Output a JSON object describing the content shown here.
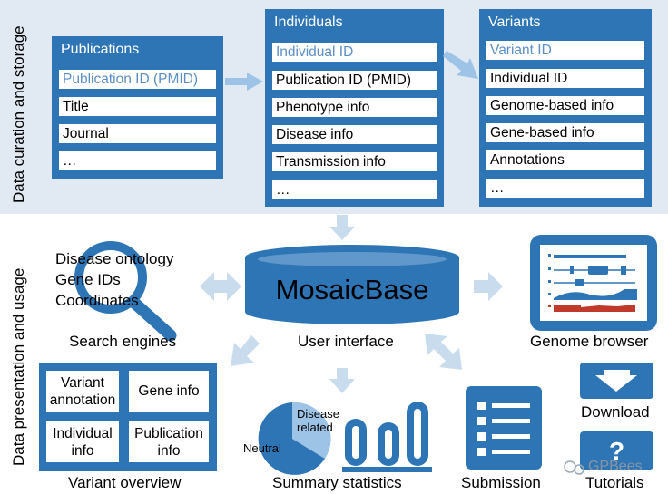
{
  "sections": {
    "curation": "Data curation and storage",
    "presentation": "Data presentation and usage"
  },
  "publications": {
    "title": "Publications",
    "rows": [
      "Publication ID (PMID)",
      "Title",
      "Journal",
      "…"
    ]
  },
  "individuals": {
    "title": "Individuals",
    "rows": [
      "Individual ID",
      "Publication ID (PMID)",
      "Phenotype info",
      "Disease  info",
      "Transmission info",
      "…"
    ]
  },
  "variants": {
    "title": "Variants",
    "rows": [
      "Variant ID",
      "Individual ID",
      "Genome-based info",
      "Gene-based info",
      "Annotations",
      "…"
    ]
  },
  "database": {
    "name": "MosaicBase",
    "caption": "User interface"
  },
  "search": {
    "terms": [
      "Disease ontology",
      "Gene IDs",
      "Coordinates"
    ],
    "caption": "Search engines"
  },
  "genome_browser": {
    "caption": "Genome browser"
  },
  "variant_overview": {
    "cells": [
      "Variant annotation",
      "Gene info",
      "Individual info",
      "Publication info"
    ],
    "caption": "Variant overview"
  },
  "summary_statistics": {
    "pie_labels": [
      "Disease related",
      "Neutral"
    ],
    "caption": "Summary statistics"
  },
  "submission": {
    "caption": "Submission"
  },
  "download": {
    "caption": "Download"
  },
  "tutorials": {
    "caption": "Tutorials"
  },
  "watermark": "GPBees",
  "colors": {
    "primary_blue": "#2e75b6",
    "light_blue": "#9dc3e6",
    "arrow_blue": "#c9dcee",
    "top_band": "#e1e9f2"
  }
}
